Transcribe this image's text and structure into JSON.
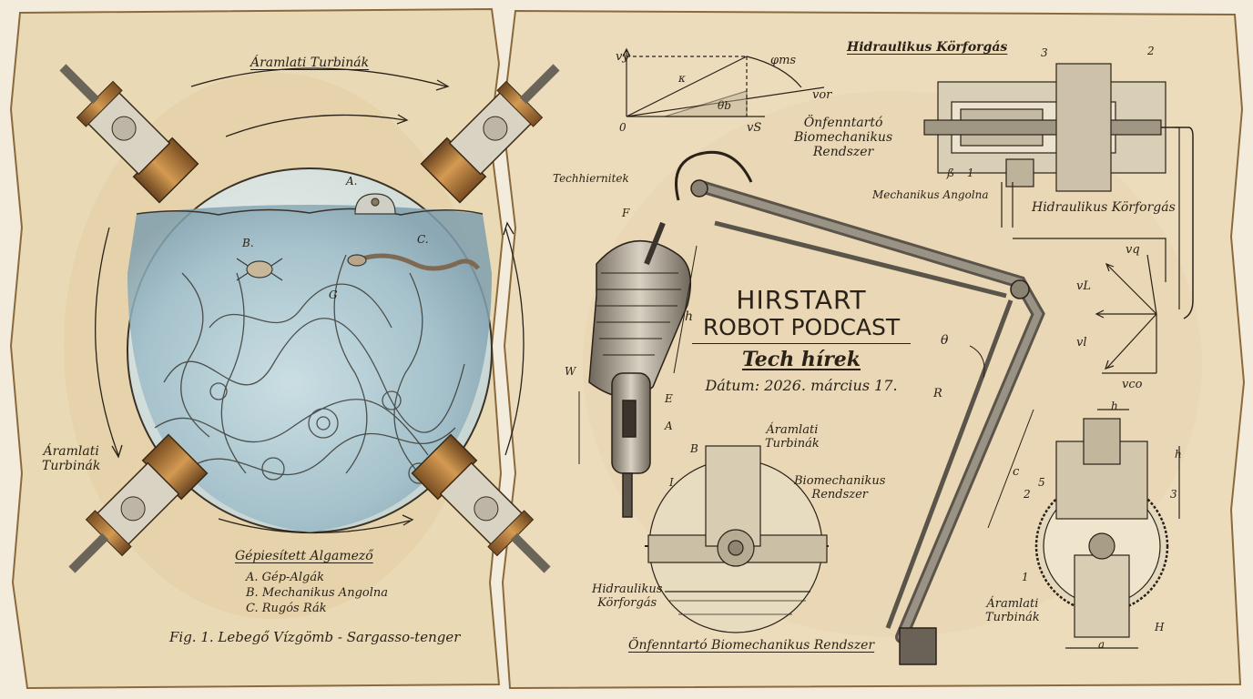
{
  "title": {
    "line1": "HIRSTART",
    "line2": "ROBOT PODCAST",
    "line3": "Tech hírek",
    "date": "Dátum: 2026. március 17."
  },
  "labels": {
    "turbines_top": "Áramlati Turbinák",
    "turbines_left_1": "Áramlati",
    "turbines_left_2": "Turbinák",
    "algae_field": "Gépiesített Algamező",
    "legend_a": "A. Gép-Algák",
    "legend_b": "B. Mechanikus Angolna",
    "legend_c": "C. Rugós Rák",
    "figure_caption": "Fig. 1. Lebegő Vízgömb - Sargasso-tenger",
    "mark_a": "A.",
    "mark_b": "B.",
    "mark_c": "C.",
    "mark_g": "G",
    "techniernitek": "Techhiernitek",
    "self_system_1": "Önfenntartó",
    "self_system_2": "Biomechanikus",
    "self_system_3": "Rendszer",
    "mech_eel": "Mechanikus Angolna",
    "hydraulic_top": "Hidraulikus Körforgás",
    "hydraulic_right": "Hidraulikus Körforgás",
    "turbines_mid_1": "Áramlati",
    "turbines_mid_2": "Turbinák",
    "biomech_1": "Biomechanikus",
    "biomech_2": "Rendszer",
    "hydraulic_bottom_1": "Hidraulikus",
    "hydraulic_bottom_2": "Körforgás",
    "self_system_bottom": "Önfenntartó Biomechanikus Rendszer",
    "turbines_right_1": "Áramlati",
    "turbines_right_2": "Turbinák",
    "vy": "vy",
    "vor": "vor",
    "vs": "vS",
    "phi": "φms",
    "theta0": "θb",
    "kappa": "κ",
    "zero": "0",
    "theta": "θ",
    "R": "R",
    "h_mic": "h",
    "W": "W",
    "E": "E",
    "Amic": "A",
    "F": "F",
    "c": "c",
    "Bmid": "B",
    "Imid": "I",
    "vq": "vq",
    "vl1": "vL",
    "vl2": "vl",
    "vco": "vco",
    "num3": "3",
    "num2": "2",
    "num1": "1",
    "beta": "ß",
    "h_right": "h",
    "h_right2": "h",
    "num5": "5",
    "num2b": "2",
    "num3b": "3",
    "num1b": "1",
    "a_right": "a",
    "H_right": "H"
  },
  "colors": {
    "paper": "#efe3c6",
    "ink": "#2a2218",
    "brass": "#b07a3a",
    "water": "#a9c6d0",
    "background": "#f3ecdc"
  }
}
